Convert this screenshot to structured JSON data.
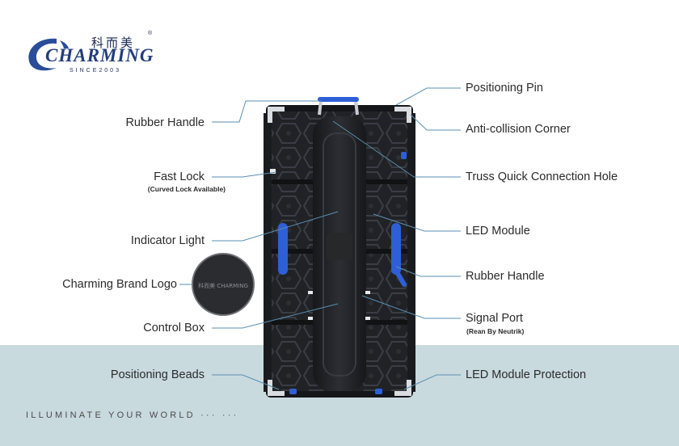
{
  "brand": {
    "name_cn": "科而美",
    "name_en": "CHARMING",
    "since": "SINCE2003",
    "registered": "®"
  },
  "labels_left": [
    {
      "text": "Rubber Handle"
    },
    {
      "text": "Fast Lock",
      "sub": "(Curved Lock Available)"
    },
    {
      "text": "Indicator Light"
    },
    {
      "text": "Charming Brand Logo"
    },
    {
      "text": "Control Box"
    },
    {
      "text": "Positioning Beads"
    }
  ],
  "labels_right": [
    {
      "text": "Positioning Pin"
    },
    {
      "text": "Anti-collision Corner"
    },
    {
      "text": "Truss Quick Connection Hole"
    },
    {
      "text": "LED Module"
    },
    {
      "text": "Rubber Handle"
    },
    {
      "text": "Signal Port",
      "sub": "(Rean By Neutrik)"
    },
    {
      "text": "LED Module Protection"
    }
  ],
  "tagline": "ILLUMINATE YOUR WORLD  ··· ···",
  "inset_logo": "科而美 CHARMING",
  "colors": {
    "line": "#5b8fb0",
    "band": "#c9dadf",
    "cabinet": "#1c1d20",
    "accent_blue": "#2f5fd6",
    "brand_navy": "#233d7a"
  }
}
